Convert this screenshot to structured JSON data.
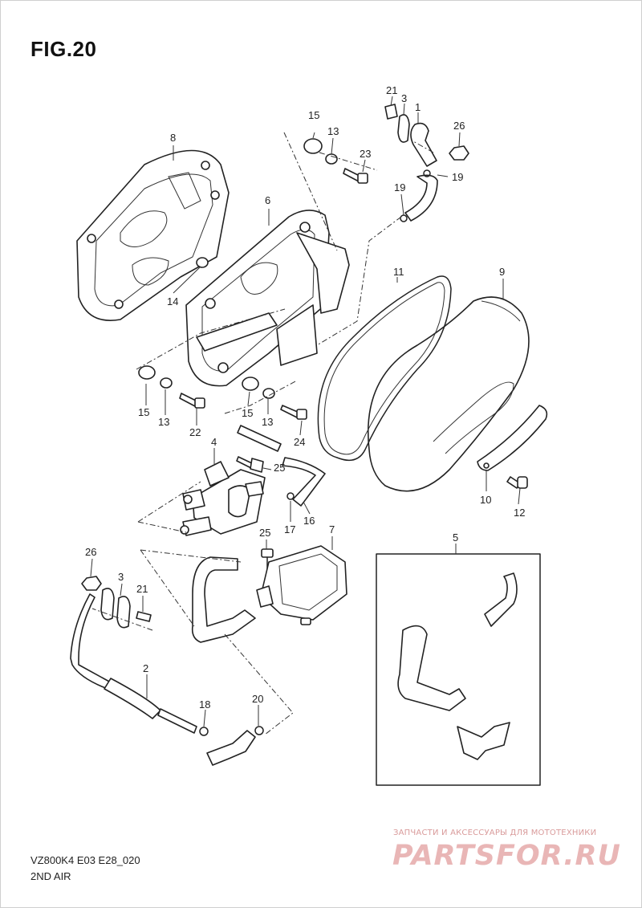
{
  "figure": {
    "title": "FIG.20",
    "model_code": "VZ800K4 E03 E28_020",
    "description": "2ND AIR"
  },
  "callouts": [
    "1",
    "2",
    "3",
    "4",
    "5",
    "6",
    "7",
    "8",
    "9",
    "10",
    "11",
    "12",
    "13",
    "14",
    "15",
    "16",
    "17",
    "18",
    "19",
    "20",
    "21",
    "22",
    "23",
    "24",
    "25",
    "26"
  ],
  "watermark": {
    "caption": "ЗАПЧАСТИ И АКСЕССУАРЫ ДЛЯ МОТОТЕХНИКИ",
    "logo": "PARTSFOR.RU",
    "color": "#e9b6b6"
  }
}
